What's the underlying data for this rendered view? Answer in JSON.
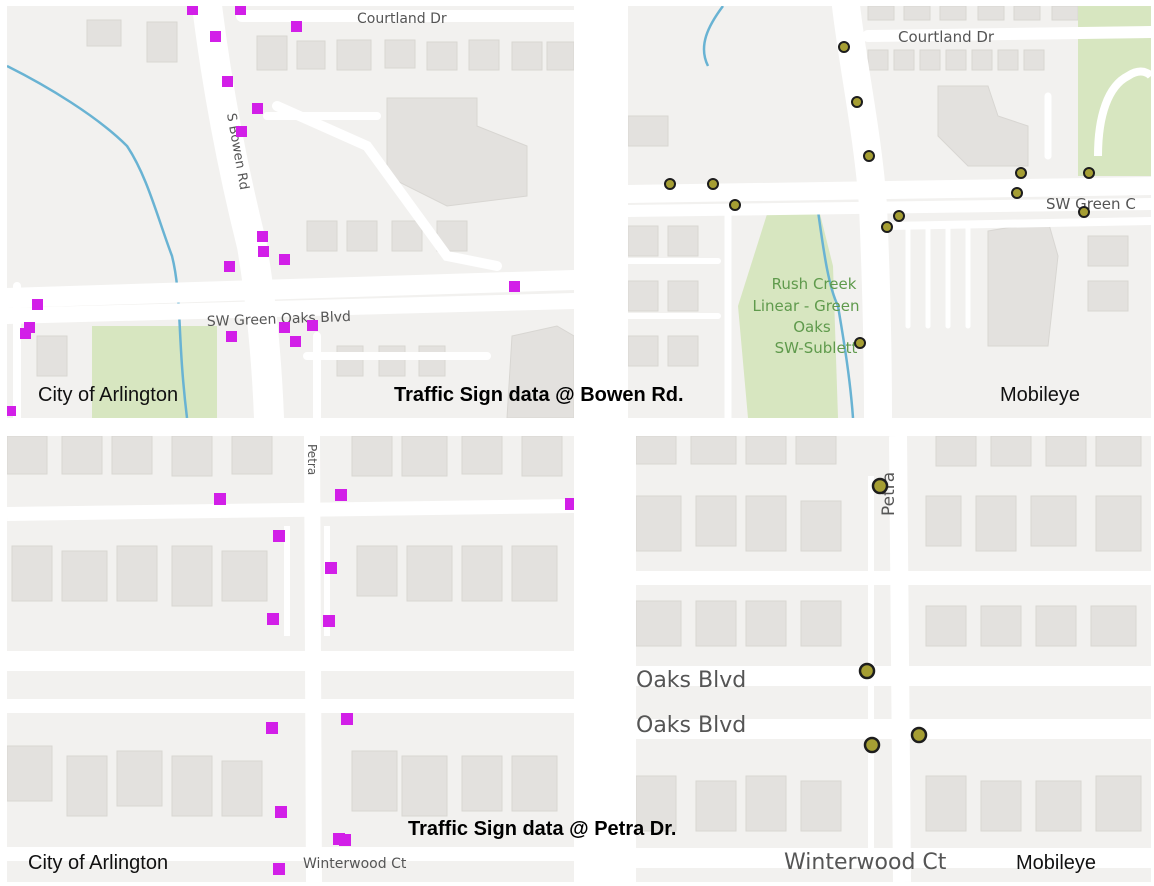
{
  "colors": {
    "city_marker": "#d21fe8",
    "mobileye_marker": "#a59e33",
    "map_background": "#f2f1ef",
    "road": "#ffffff",
    "park": "#d7e6c0",
    "creek": "#69b3d3",
    "building": "#e3e1de"
  },
  "sections": [
    {
      "title": "Traffic Sign data @ Bowen Rd.",
      "left_caption": "City of Arlington",
      "right_caption": "Mobileye",
      "left_labels": [
        "Courtland Dr",
        "S Bowen Rd",
        "SW Green Oaks Blvd"
      ],
      "right_labels": [
        "Courtland Dr",
        "SW Green C",
        "Rush Creek",
        "Linear - Green",
        "Oaks",
        "SW-Sublett"
      ]
    },
    {
      "title": "Traffic Sign data @ Petra Dr.",
      "left_caption": "City of Arlington",
      "right_caption": "Mobileye",
      "left_labels": [
        "Petra",
        "Winterwood Ct"
      ],
      "right_labels": [
        "Petra",
        "Oaks Blvd",
        "Oaks Blvd",
        "Winterwood Ct"
      ]
    }
  ]
}
